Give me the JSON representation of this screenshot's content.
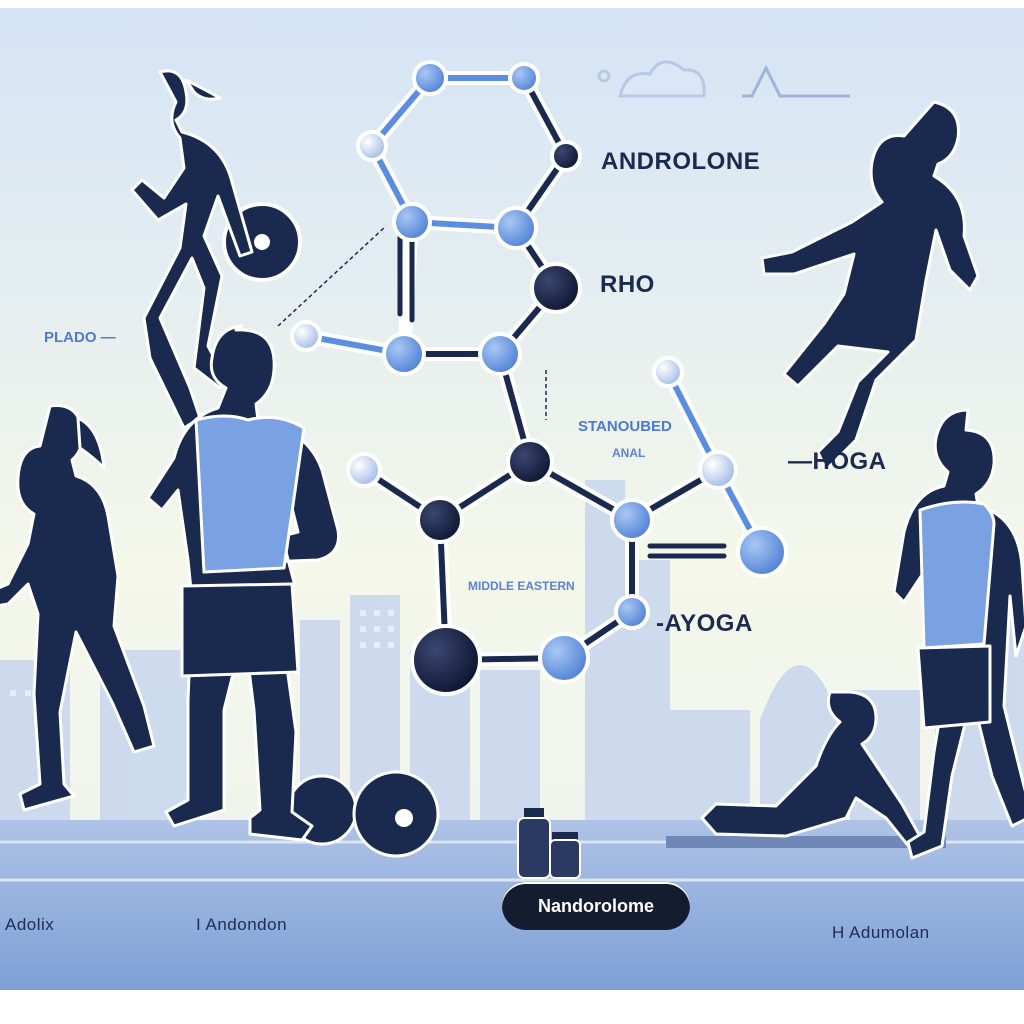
{
  "labels": {
    "androlone": "ANDROLONE",
    "rho": "RHO",
    "hoga": "—HOGA",
    "ayoga": "-AYOGA",
    "plado": "PLADO —",
    "stanoubed": "STANOUBED",
    "anal": "ANAL",
    "middle_eastern": "MIDDLE EASTERN",
    "adolix": "Adolix",
    "andondon": "I  Andondon",
    "adumolan": "H  Adumolan"
  },
  "badge": {
    "text": "Nandorolome"
  },
  "icons": {
    "molecule": "molecule-diagram-icon",
    "cloud": "cloud-icon",
    "pulse": "heartbeat-icon",
    "dumbbell": "dumbbell-icon",
    "bottle": "supplement-bottle-icon",
    "jar": "supplement-jar-icon"
  },
  "colors": {
    "sky_top": "#d7e6f7",
    "sky_bottom": "#fbfbe9",
    "silhouette": "#1a2a4f",
    "accent_blue": "#5b8ee0",
    "track": "#8aa6d6",
    "badge_bg": "#141c30"
  }
}
